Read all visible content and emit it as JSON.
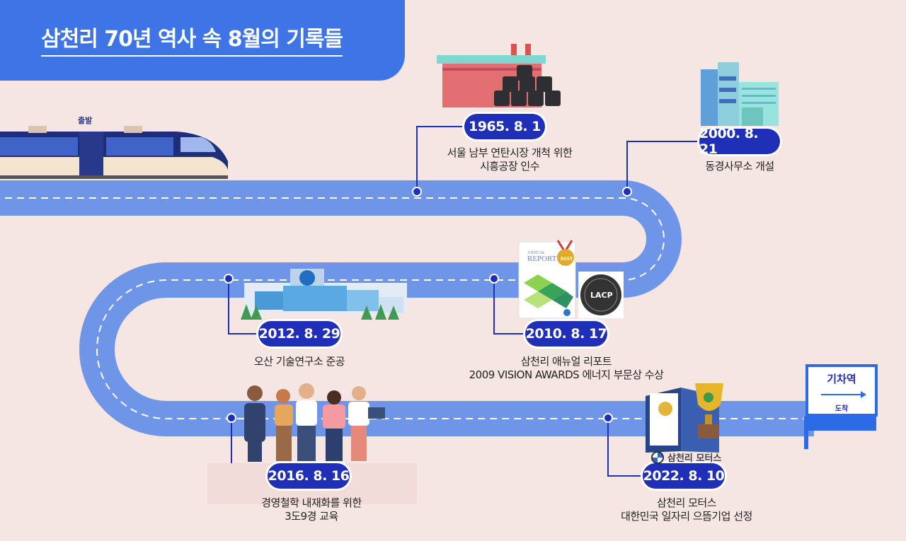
{
  "title": "삼천리 70년 역사 속 8월의 기록들",
  "start_label": "출발",
  "station": {
    "title": "기차역",
    "sub": "도착"
  },
  "brand_label": "삼천리 모터스",
  "report_texts": {
    "line1": "ANNUAL",
    "line2": "REPORT",
    "badge": "BEST",
    "seal": "LACP"
  },
  "events": [
    {
      "date": "1965. 8. 1",
      "desc_lines": [
        "서울 남부 연탄시장 개척 위한",
        "시흥공장 인수"
      ]
    },
    {
      "date": "2000. 8. 21",
      "desc_lines": [
        "동경사무소 개설"
      ]
    },
    {
      "date": "2010. 8. 17",
      "desc_lines": [
        "삼천리 애뉴얼 리포트",
        "2009 VISION AWARDS 에너지 부문상 수상"
      ]
    },
    {
      "date": "2012. 8. 29",
      "desc_lines": [
        "오산 기술연구소 준공"
      ]
    },
    {
      "date": "2016. 8. 16",
      "desc_lines": [
        "경영철학 내재화를 위한",
        "3도9경 교육"
      ]
    },
    {
      "date": "2022. 8. 10",
      "desc_lines": [
        "삼천리 모터스",
        "대한민국 일자리 으뜸기업 선정"
      ]
    }
  ],
  "colors": {
    "road": "#6f95e8",
    "pill": "#1f2fb8",
    "accent": "#3f74e6",
    "background": "#f5e6e3"
  }
}
